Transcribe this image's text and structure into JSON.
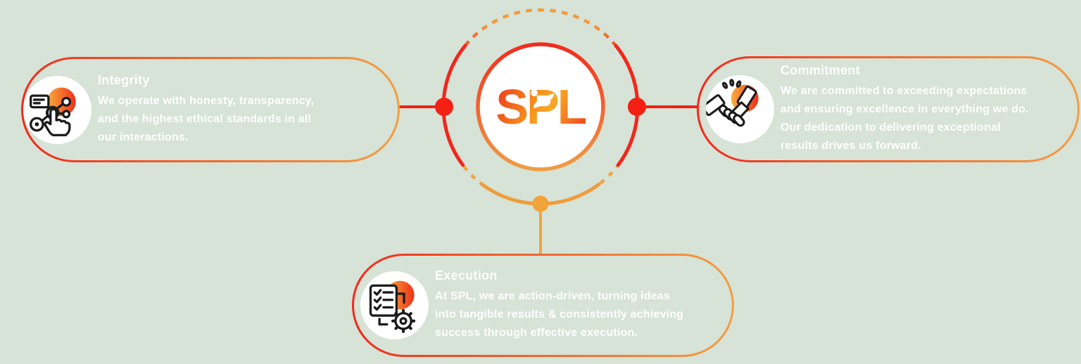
{
  "page": {
    "background_color": "#d6e3d6"
  },
  "brand": {
    "logo_text": "SPL"
  },
  "palette": {
    "red": "#f3261b",
    "orange": "#f09c3c",
    "dot_red": "#f42013",
    "dot_orange": "#f1a33c",
    "text": "#ffffff",
    "icon_line": "#1b1b1b",
    "icon_blob_start": "#f9ae3e",
    "icon_blob_end": "#ee3018"
  },
  "cards": {
    "integrity": {
      "title": "Integrity",
      "body": "We operate with honesty, transparency,\nand the highest ethical standards in all\nour interactions.",
      "icon": "network-click-icon"
    },
    "commitment": {
      "title": "Commitment",
      "body": "We are committed to exceeding expectations\nand ensuring excellence in everything we do.\nOur dedication to delivering exceptional\nresults drives us forward.",
      "icon": "handshake-icon"
    },
    "execution": {
      "title": "Execution",
      "body": "At SPL, we are action-driven, turning ideas\ninto tangible results & consistently achieving\nsuccess through effective execution.",
      "icon": "checklist-gear-icon"
    }
  }
}
